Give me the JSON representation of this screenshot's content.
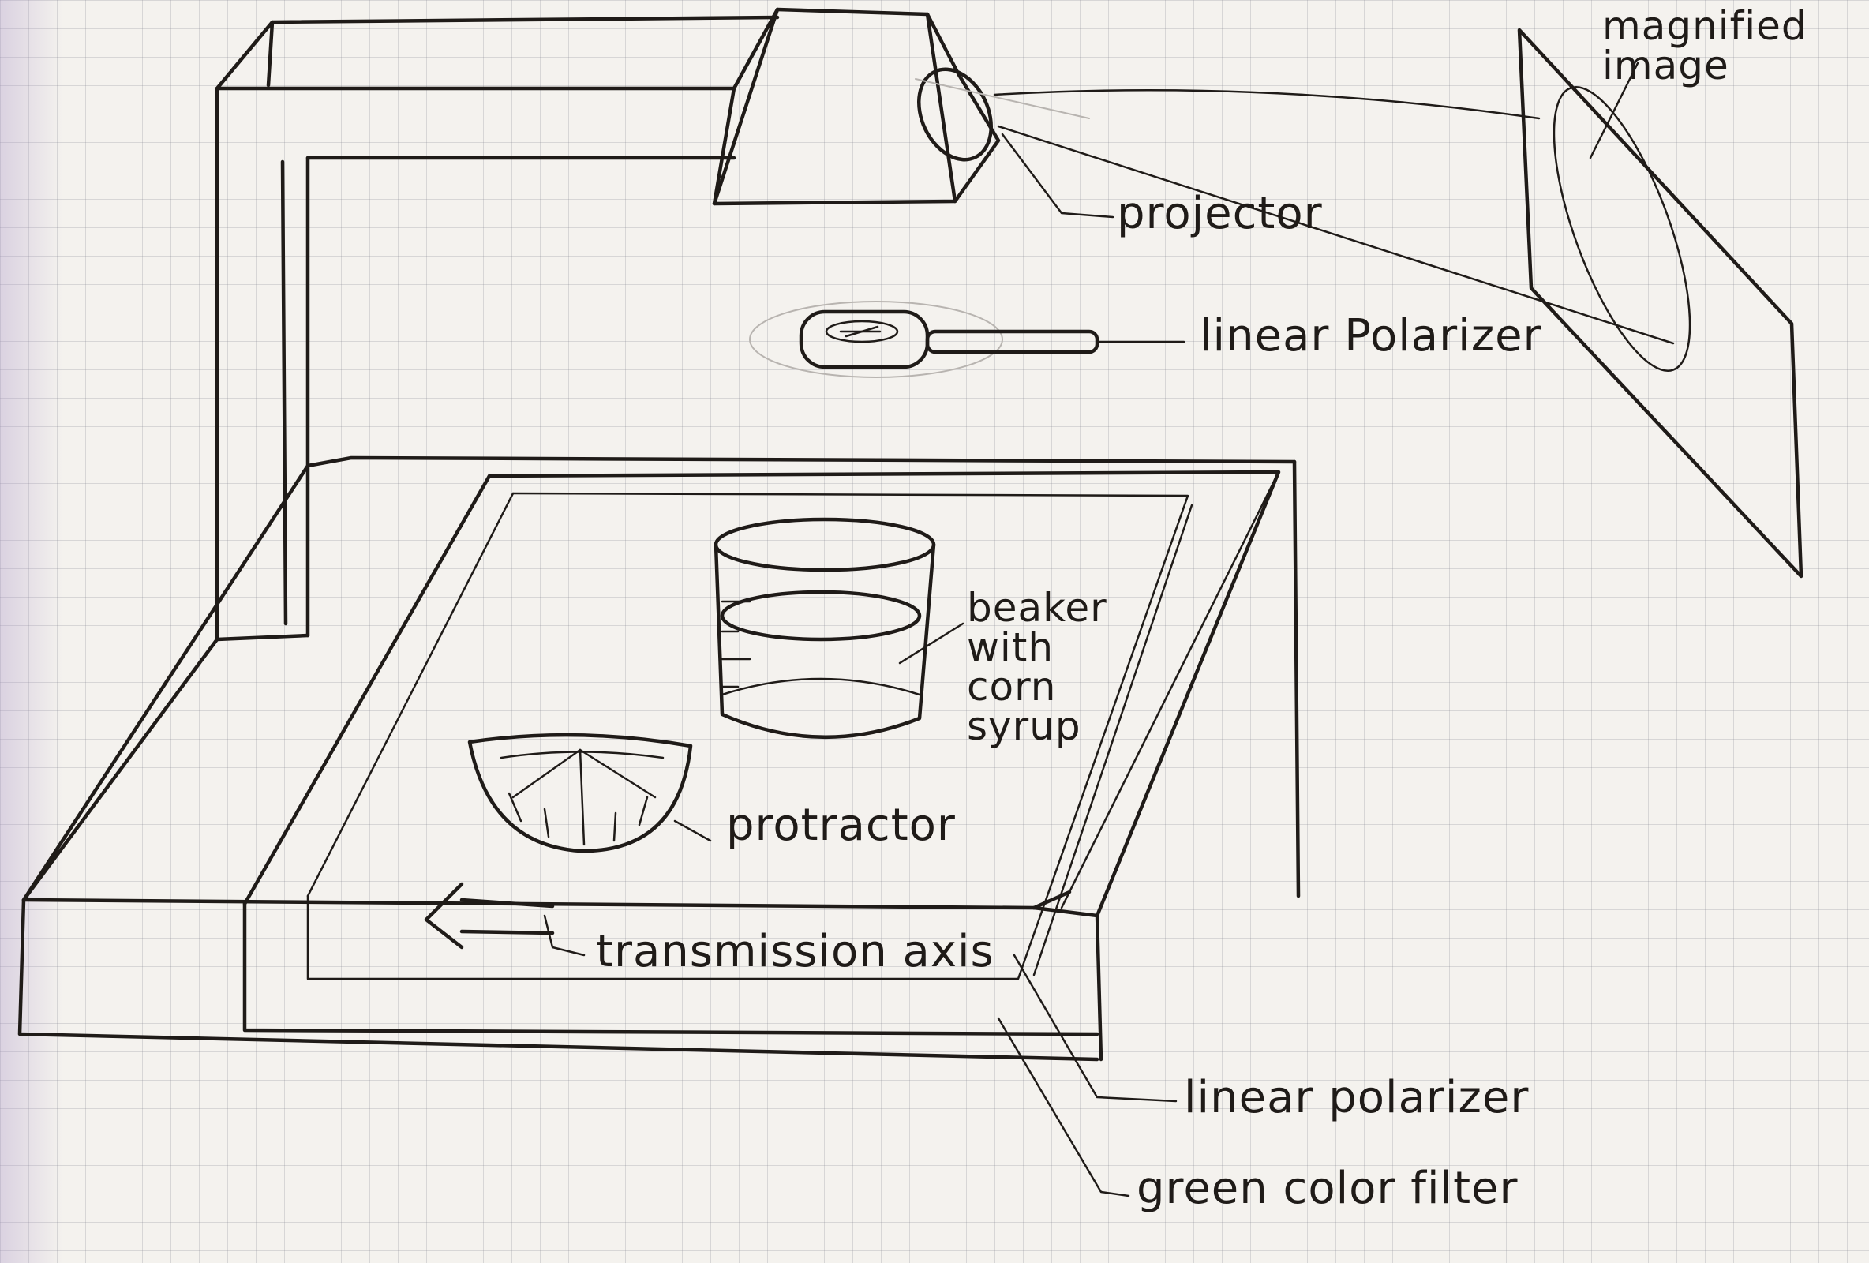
{
  "labels": {
    "magnified_image": "magnified\nimage",
    "projector": "projector",
    "linear_polarizer_top": "linear Polarizer",
    "beaker": "beaker\nwith\ncorn\nsyrup",
    "protractor": "protractor",
    "transmission_axis": "transmission axis",
    "linear_polarizer_bottom": "linear polarizer",
    "green_color_filter": "green color filter"
  },
  "colors": {
    "ink": "#1f1b18",
    "paper": "#f4f2ee",
    "grid": "#8c8c96"
  }
}
